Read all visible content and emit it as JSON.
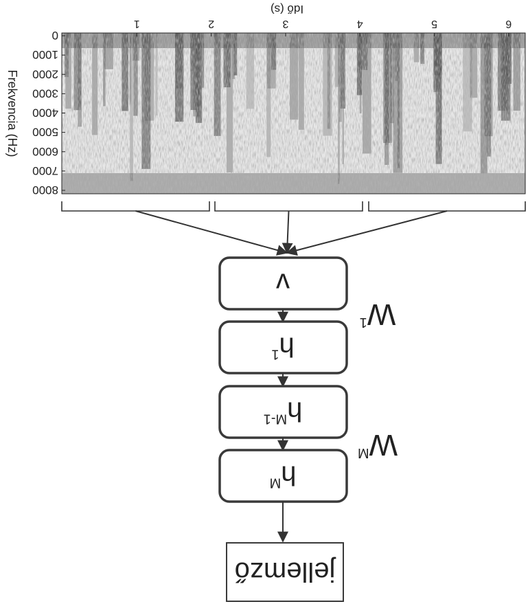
{
  "spectrogram": {
    "xlabel": "Idő (s)",
    "ylabel": "Frekvencia (Hz)",
    "xticks": [
      "1",
      "2",
      "3",
      "4",
      "5",
      "6"
    ],
    "yticks": [
      "0",
      "1000",
      "2000",
      "3000",
      "4000",
      "5000",
      "6000",
      "7000",
      "8000"
    ],
    "colors": {
      "dark": "#5a5a5a",
      "light": "#e6e6e6",
      "band": "#a9a9a9"
    }
  },
  "network": {
    "layers": [
      {
        "symbol": "v",
        "sup": ""
      },
      {
        "symbol": "h",
        "sup": "1"
      },
      {
        "symbol": "h",
        "sup": "M-1"
      },
      {
        "symbol": "h",
        "sup": "M"
      }
    ],
    "weights": [
      {
        "symbol": "W",
        "sup": "1"
      },
      {
        "symbol": "W",
        "sup": "M"
      }
    ],
    "output_label": "jellemző"
  }
}
